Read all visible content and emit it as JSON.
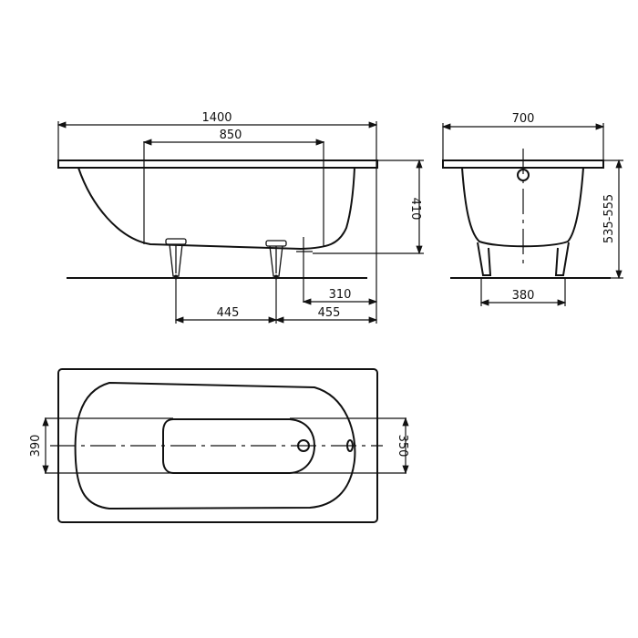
{
  "drawing": {
    "subject": "Bathtub technical drawing (mm)",
    "side_view": {
      "dimensions": {
        "overall_length": "1400",
        "inner_length": "850",
        "depth": "410",
        "waste_offset": "310",
        "foot_spacing": "445",
        "foot_to_end": "455"
      }
    },
    "end_view": {
      "dimensions": {
        "overall_width": "700",
        "height": "535-555",
        "foot_width": "380"
      }
    },
    "plan_view": {
      "dimensions": {
        "inner_width_left": "390",
        "inner_width_right": "350"
      }
    },
    "colors": {
      "line": "#111111",
      "background": "#ffffff"
    }
  }
}
